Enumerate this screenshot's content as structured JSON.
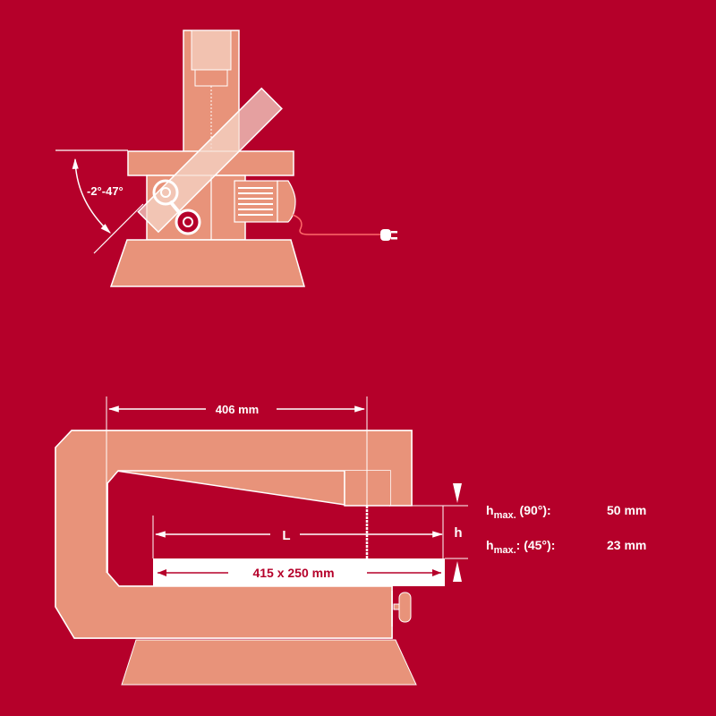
{
  "colors": {
    "background": "#b5002a",
    "machine": "#e8937a",
    "outline": "#ffffff",
    "table_tilted": "#f5d5c8",
    "cord": "#ff6a6a"
  },
  "top_diagram": {
    "tilt_label": "-2°-47°"
  },
  "bottom_diagram": {
    "throat_label": "406 mm",
    "length_label": "L",
    "table_label": "415 x 250 mm",
    "height_label": "h"
  },
  "specs": [
    {
      "label_main": "h",
      "label_sub": "max.",
      "label_suffix": " (90°):",
      "value": "50 mm"
    },
    {
      "label_main": "h",
      "label_sub": "max.",
      "label_suffix": ": (45°):",
      "value": "23 mm"
    }
  ]
}
